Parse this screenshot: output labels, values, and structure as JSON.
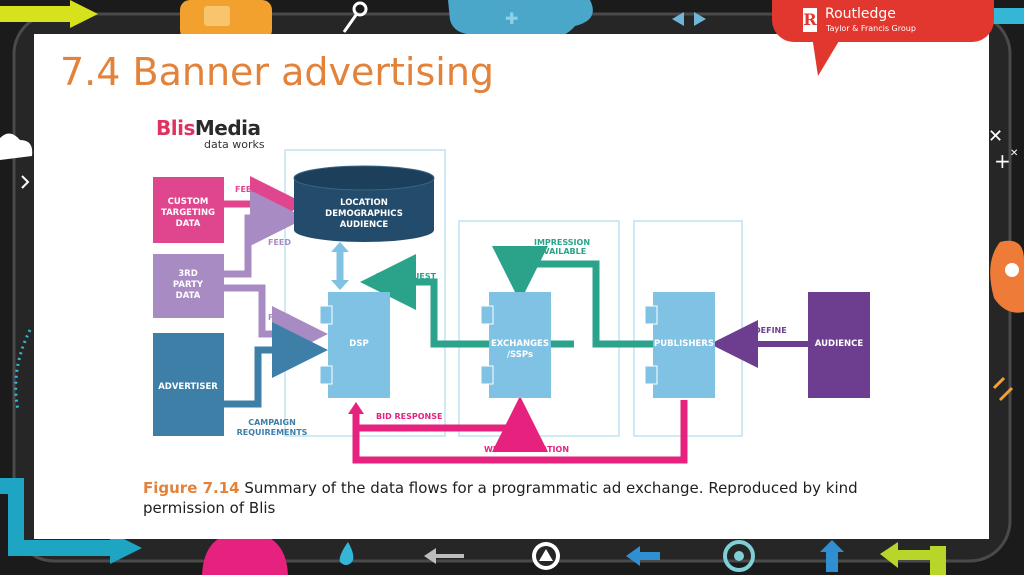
{
  "slide": {
    "title": "7.4 Banner advertising"
  },
  "publisher": {
    "name": "Routledge",
    "tagline": "Taylor & Francis Group"
  },
  "brand": {
    "mark": "Blis",
    "name": "Media",
    "tagline": "data works"
  },
  "diagram": {
    "nodes": {
      "custom_targeting": [
        "CUSTOM",
        "TARGETING",
        "DATA"
      ],
      "third_party": [
        "3RD",
        "PARTY",
        "DATA"
      ],
      "advertiser": "ADVERTISER",
      "database": [
        "LOCATION",
        "DEMOGRAPHICS",
        "AUDIENCE"
      ],
      "dsp": "DSP",
      "exchanges": [
        "EXCHANGES",
        "/SSPs"
      ],
      "publishers": "PUBLISHERS",
      "audience": "AUDIENCE"
    },
    "labels": {
      "feed_1": "FEED",
      "feed_2": "FEED",
      "feed_3": "FEED",
      "campaign": [
        "CAMPAIGN",
        "REQUIREMENTS"
      ],
      "bid_request": "BID REQUEST",
      "bid_response": "BID RESPONSE",
      "impression": [
        "IMPRESSION",
        "AVAILABLE"
      ],
      "define": "DEFINE",
      "win_notification": "WIN NOTIFICATION"
    },
    "colors": {
      "pink": "#e0468d",
      "purple_light": "#a98bc4",
      "steel_blue": "#3e7fa8",
      "dark_navy": "#234b6b",
      "light_blue": "#7fc2e3",
      "teal": "#2aa38a",
      "audience_purple": "#6d3d8f",
      "magenta": "#e6227e"
    }
  },
  "caption": {
    "figure": "Figure 7.14",
    "text": " Summary of the data flows for a programmatic ad exchange. Reproduced by kind permission of Blis"
  }
}
